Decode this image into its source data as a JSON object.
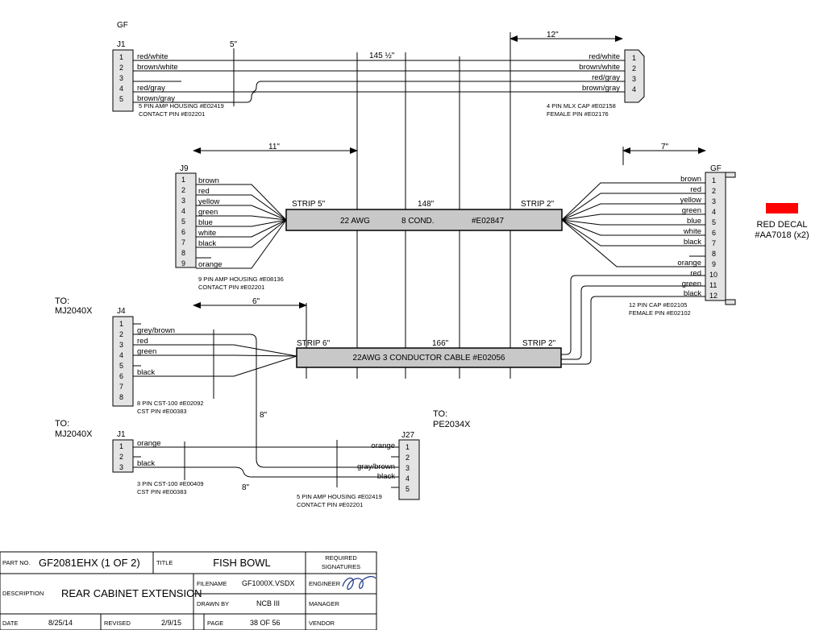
{
  "connectors": {
    "top_left": {
      "label": "GF",
      "name": "J1",
      "pins": [
        "1",
        "2",
        "3",
        "4",
        "5"
      ],
      "wires": [
        "red/white",
        "brown/white",
        "",
        "red/gray",
        "brown/gray"
      ],
      "note1": "5 PIN AMP HOUSING #E02419",
      "note2": "CONTACT PIN #E02201"
    },
    "top_right": {
      "pins": [
        "1",
        "2",
        "3",
        "4"
      ],
      "wires": [
        "red/white",
        "brown/white",
        "red/gray",
        "brown/gray"
      ],
      "note1": "4 PIN MLX CAP #E02158",
      "note2": "FEMALE PIN #E02176"
    },
    "j9": {
      "name": "J9",
      "pins": [
        "1",
        "2",
        "3",
        "4",
        "5",
        "6",
        "7",
        "8",
        "9"
      ],
      "wires": [
        "brown",
        "red",
        "yellow",
        "green",
        "blue",
        "white",
        "black",
        "",
        "orange"
      ],
      "note1": "9 PIN AMP HOUSING #E08136",
      "note2": "CONTACT PIN #E02201"
    },
    "gf12": {
      "label": "GF",
      "pins": [
        "1",
        "2",
        "3",
        "4",
        "5",
        "6",
        "7",
        "8",
        "9",
        "10",
        "11",
        "12"
      ],
      "wires": [
        "brown",
        "red",
        "yellow",
        "green",
        "blue",
        "white",
        "black",
        "",
        "orange",
        "red",
        "green",
        "black"
      ],
      "note1": "12 PIN CAP #E02105",
      "note2": "FEMALE PIN #E02102"
    },
    "j4": {
      "to_label": "TO:",
      "to_name": "MJ2040X",
      "name": "J4",
      "pins": [
        "1",
        "2",
        "3",
        "4",
        "5",
        "6",
        "7",
        "8"
      ],
      "wires": [
        "",
        "grey/brown",
        "red",
        "green",
        "",
        "black",
        "",
        ""
      ],
      "note1": "8 PIN CST-100 #E02092",
      "note2": "CST PIN #E00383"
    },
    "j1_bottom": {
      "to_label": "TO:",
      "to_name": "MJ2040X",
      "name": "J1",
      "pins": [
        "1",
        "2",
        "3"
      ],
      "wires": [
        "orange",
        "",
        "black"
      ],
      "note1": "3 PIN CST-100 #E00409",
      "note2": "CST PIN #E00383"
    },
    "j27": {
      "to_label": "TO:",
      "to_name": "PE2034X",
      "name": "J27",
      "pins": [
        "1",
        "2",
        "3",
        "4",
        "5"
      ],
      "wires": [
        "orange",
        "",
        "gray/brown",
        "black",
        ""
      ],
      "note1": "5 PIN AMP HOUSING #E02419",
      "note2": "CONTACT PIN #E02201"
    }
  },
  "cables": {
    "upper": {
      "gauge": "22 AWG",
      "cond": "8 COND.",
      "part": "#E02847",
      "strip_left": "STRIP 5\"",
      "strip_right": "STRIP 2\"",
      "length": "148\""
    },
    "lower": {
      "text": "22AWG 3 CONDUCTOR CABLE #E02056",
      "strip_left": "STRIP 6\"",
      "strip_right": "STRIP 2\"",
      "length": "166\""
    }
  },
  "dimensions": {
    "d5": "5\"",
    "d145": "145 ½\"",
    "d12": "12\"",
    "d11": "11\"",
    "d7": "7\"",
    "d6": "6\"",
    "d8a": "8\"",
    "d8b": "8\""
  },
  "decal": {
    "line1": "RED DECAL",
    "line2": "#AA7018 (x2)",
    "color": "#ff0000"
  },
  "title_block": {
    "part_no_label": "PART NO.",
    "part_no": "GF2081EHX (1 OF 2)",
    "title_label": "TITLE",
    "title": "FISH BOWL",
    "req_sig_1": "REQUIRED",
    "req_sig_2": "SIGNATURES",
    "description_label": "DESCRIPTION",
    "description": "REAR CABINET EXTENSION",
    "filename_label": "FILENAME",
    "filename": "GF1000X.VSDX",
    "engineer_label": "ENGINEER",
    "drawn_by_label": "DRAWN BY",
    "drawn_by": "NCB III",
    "manager_label": "MANAGER",
    "date_label": "DATE",
    "date": "8/25/14",
    "revised_label": "REVISED",
    "revised": "2/9/15",
    "page_label": "PAGE",
    "page": "38 OF 56",
    "vendor_label": "VENDOR",
    "signature_color": "#2a3f8f"
  }
}
